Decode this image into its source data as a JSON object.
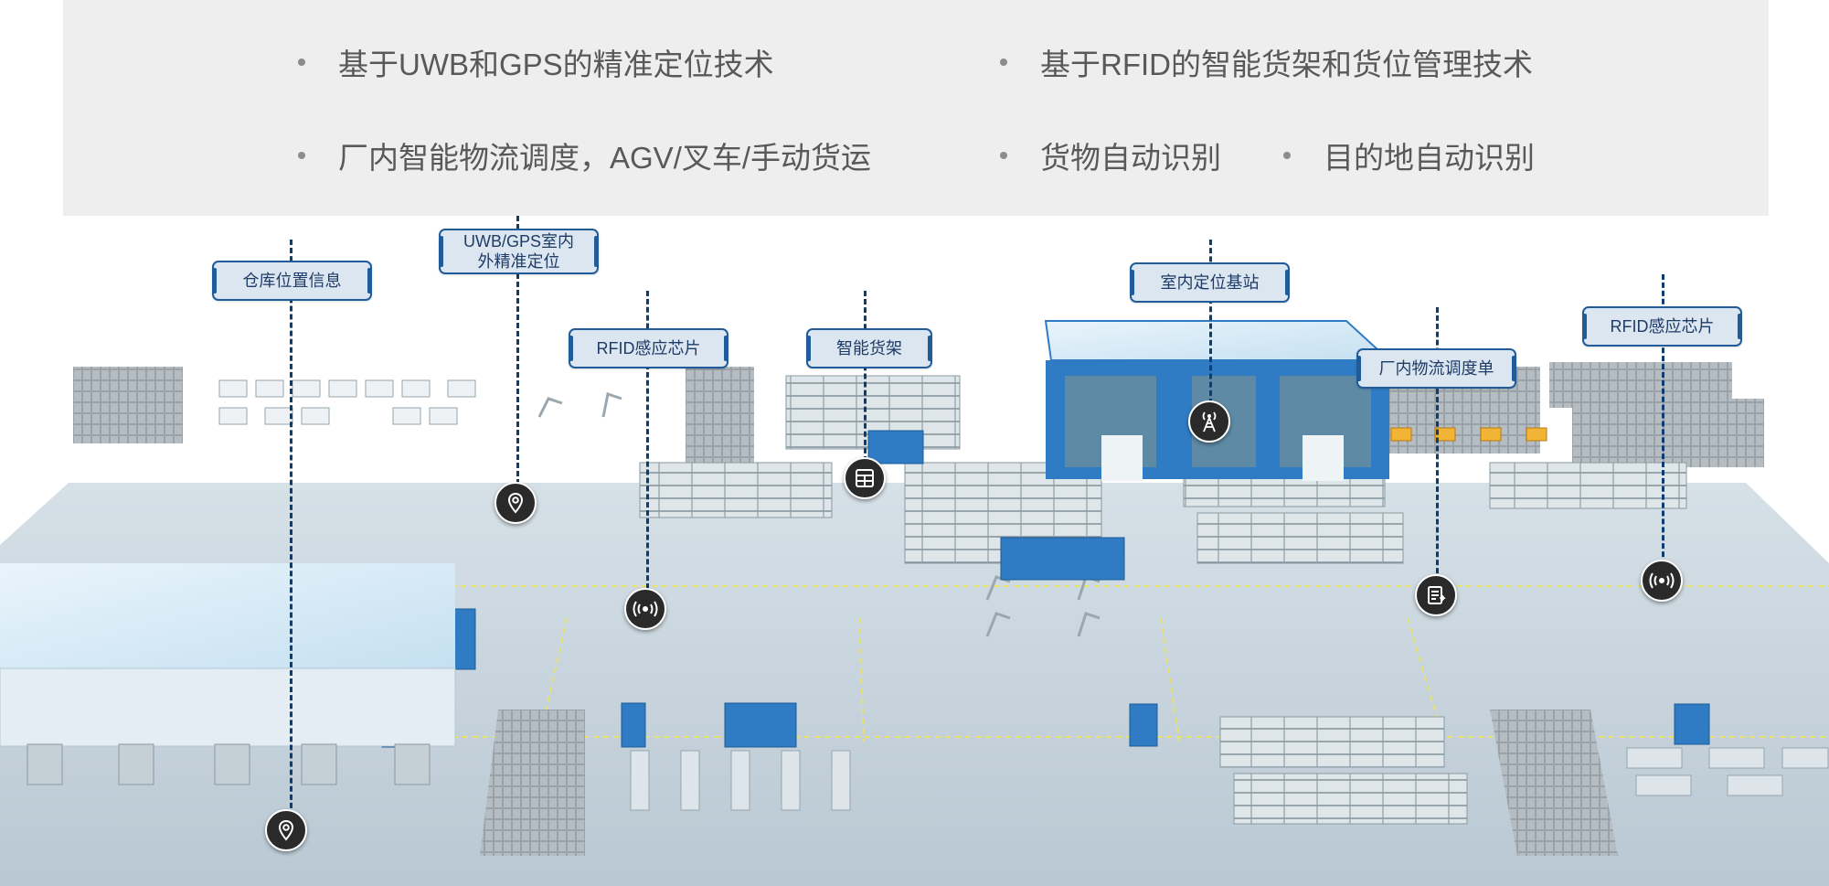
{
  "bullets": [
    "基于UWB和GPS的精准定位技术",
    "基于RFID的智能货架和货位管理技术",
    "厂内智能物流调度，AGV/叉车/手动货运",
    "货物自动识别",
    "目的地自动识别"
  ],
  "callouts": {
    "warehouse_location": "仓库位置信息",
    "uwb_gps_line1": "UWB/GPS室内",
    "uwb_gps_line2": "外精准定位",
    "rfid_chip_left": "RFID感应芯片",
    "smart_shelf": "智能货架",
    "indoor_base_station": "室内定位基站",
    "logistics_dispatch": "厂内物流调度单",
    "rfid_chip_right": "RFID感应芯片"
  },
  "icons": {
    "warehouse_pin": "location-pin-icon",
    "uwb_pin": "location-pin-icon",
    "rfid_left": "rfid-signal-icon",
    "shelf": "shelf-grid-icon",
    "base_station": "antenna-tower-icon",
    "dispatch": "dispatch-list-icon",
    "rfid_right": "rfid-signal-icon"
  },
  "colors": {
    "panel": "#eeeeee",
    "callout_border": "#1f5c99",
    "callout_fill": "#dbe6f1",
    "leader_line": "#0d3d6e",
    "building_blue": "#2f7cc4",
    "floor": "#c7d4dd"
  }
}
